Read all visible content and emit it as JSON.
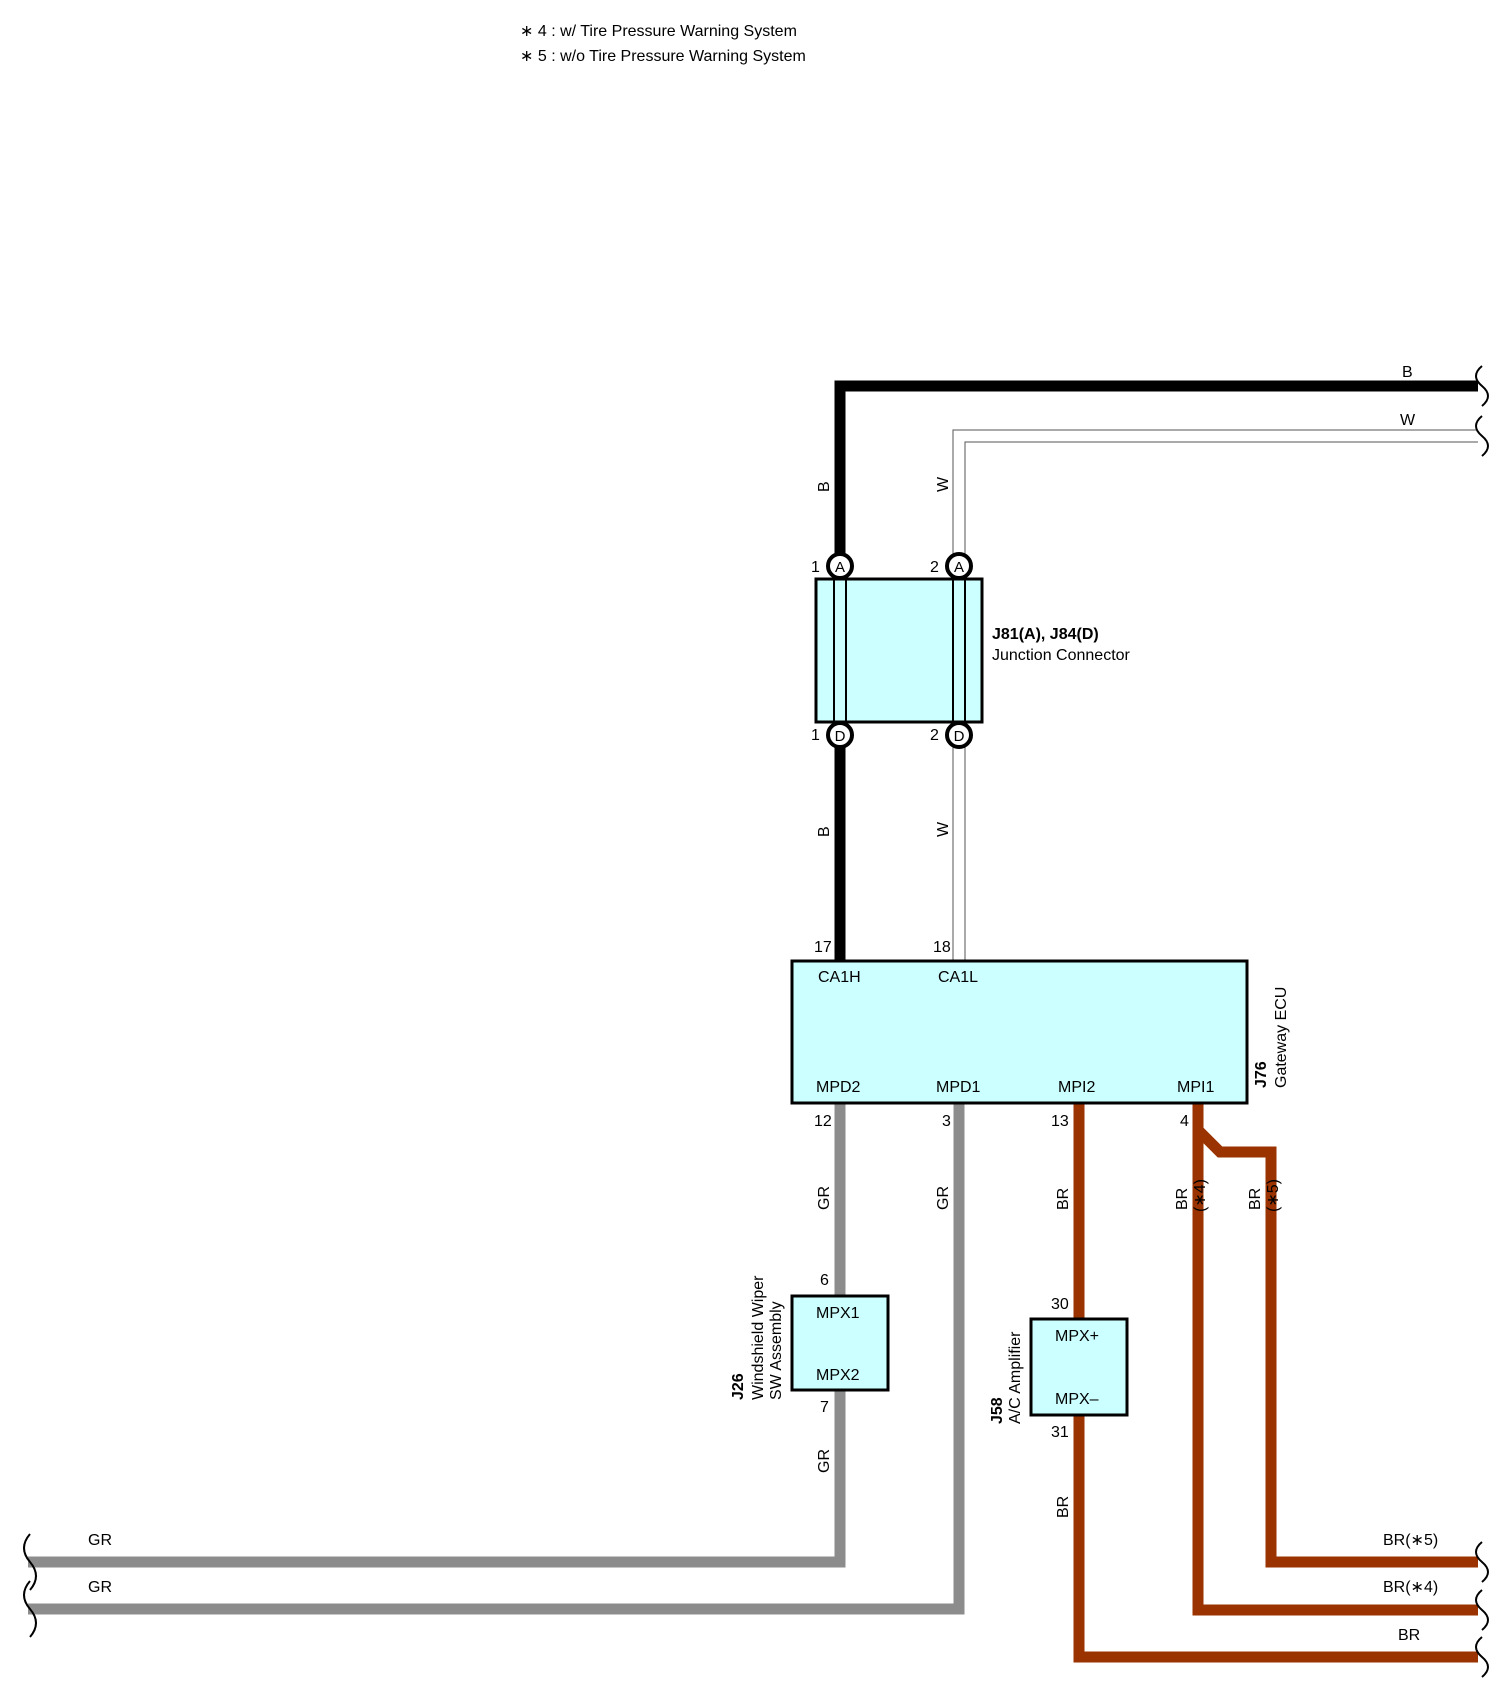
{
  "notes": [
    "∗ 4 : w/ Tire Pressure Warning System",
    "∗ 5 : w/o Tire Pressure Warning System"
  ],
  "colors": {
    "B": "#000000",
    "W": "#ffffff",
    "GR": "#8c8c8c",
    "BR": "#9a3300",
    "component_fill": "#ccffff"
  },
  "junction_connector": {
    "id": "J81(A), J84(D)",
    "name": "Junction Connector",
    "connector_top": "A",
    "connector_bottom": "D",
    "pin_top_1": "1",
    "pin_top_2": "2",
    "pin_bottom_1": "1",
    "pin_bottom_2": "2"
  },
  "gateway_ecu": {
    "id": "J76",
    "name": "Gateway ECU",
    "terminals": {
      "ca1h": "CA1H",
      "ca1l": "CA1L",
      "mpd2": "MPD2",
      "mpd1": "MPD1",
      "mpi2": "MPI2",
      "mpi1": "MPI1"
    },
    "pins": {
      "ca1h": "17",
      "ca1l": "18",
      "mpd2": "12",
      "mpd1": "3",
      "mpi2": "13",
      "mpi1": "4"
    }
  },
  "wiper_switch": {
    "id": "J26",
    "name_line1": "Windshield Wiper",
    "name_line2": "SW Assembly",
    "terminals": {
      "mpx1": "MPX1",
      "mpx2": "MPX2"
    },
    "pins": {
      "mpx1": "6",
      "mpx2": "7"
    }
  },
  "ac_amplifier": {
    "id": "J58",
    "name": "A/C Amplifier",
    "terminals": {
      "mpx_plus": "MPX+",
      "mpx_minus": "MPX–"
    },
    "pins": {
      "mpx_plus": "30",
      "mpx_minus": "31"
    }
  },
  "wire_labels": {
    "b": "B",
    "w": "W",
    "gr": "GR",
    "br": "BR",
    "note4": "(∗4)",
    "note5": "(∗5)",
    "br_note4": "BR(∗4)",
    "br_note5": "BR(∗5)"
  }
}
